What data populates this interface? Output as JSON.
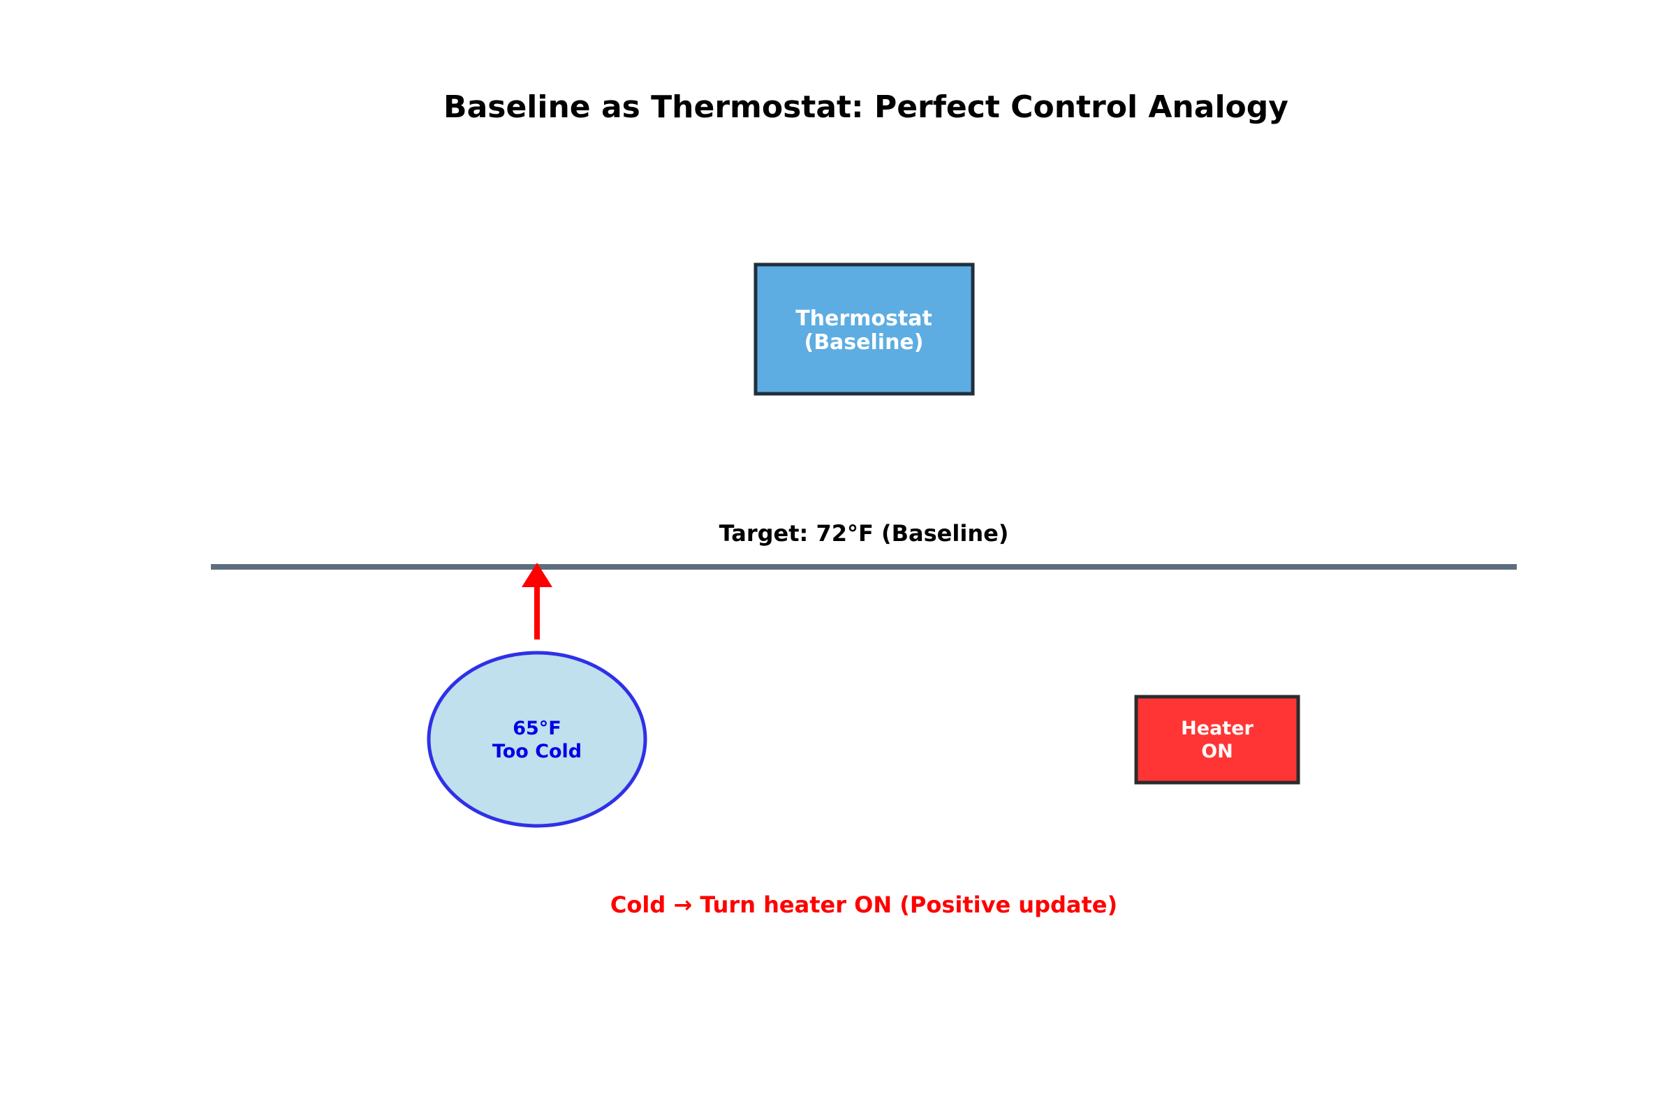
{
  "title": "Baseline as Thermostat: Perfect Control Analogy",
  "thermostat": {
    "line1": "Thermostat",
    "line2": "(Baseline)",
    "fill": "#5dade2",
    "stroke": "#212f3d",
    "text_color": "#ffffff"
  },
  "target": {
    "label": "Target: 72°F (Baseline)",
    "line_color": "#5d6d7e"
  },
  "room": {
    "line1": "65°F",
    "line2": "Too Cold",
    "fill": "#bfe0ec",
    "stroke": "#3030e8",
    "text_color": "#0000e6"
  },
  "arrow": {
    "color": "#ff0000"
  },
  "heater": {
    "line1": "Heater",
    "line2": "ON",
    "fill": "#ff3535",
    "stroke": "#2b2b2b",
    "text_color": "#ffffff"
  },
  "caption": {
    "text": "Cold → Turn heater ON (Positive update)",
    "color": "#ff0000"
  }
}
